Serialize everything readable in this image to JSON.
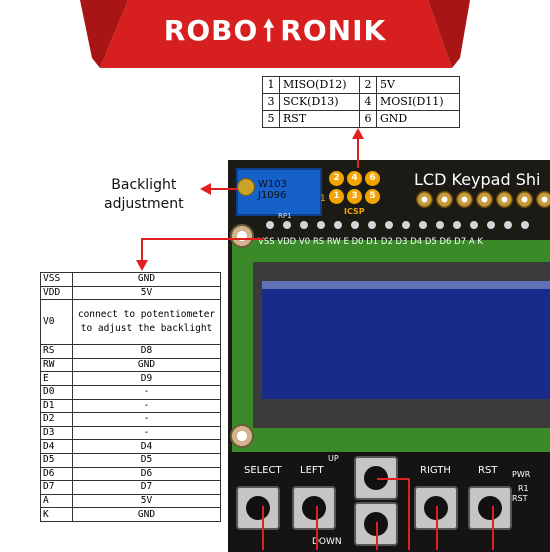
{
  "brand": {
    "left": "ROBO",
    "right": "RONIK",
    "color": "#d71f1f"
  },
  "icsp_table": {
    "rows": [
      {
        "n1": "1",
        "v1": "MISO(D12)",
        "n2": "2",
        "v2": "5V"
      },
      {
        "n1": "3",
        "v1": "SCK(D13)",
        "n2": "4",
        "v2": "MOSI(D11)"
      },
      {
        "n1": "5",
        "v1": "RST",
        "n2": "6",
        "v2": "GND"
      }
    ]
  },
  "backlight_label": {
    "line1": "Backlight",
    "line2": "adjustment"
  },
  "pin_table": [
    {
      "pin": "VSS",
      "value": "GND"
    },
    {
      "pin": "VDD",
      "value": "5V"
    },
    {
      "pin": "V0",
      "value": "connect to potentiometer\nto adjust the backlight"
    },
    {
      "pin": "RS",
      "value": "D8"
    },
    {
      "pin": "RW",
      "value": "GND"
    },
    {
      "pin": "E",
      "value": "D9"
    },
    {
      "pin": "D0",
      "value": "-"
    },
    {
      "pin": "D1",
      "value": "-"
    },
    {
      "pin": "D2",
      "value": "-"
    },
    {
      "pin": "D3",
      "value": "-"
    },
    {
      "pin": "D4",
      "value": "D4"
    },
    {
      "pin": "D5",
      "value": "D5"
    },
    {
      "pin": "D6",
      "value": "D6"
    },
    {
      "pin": "D7",
      "value": "D7"
    },
    {
      "pin": "A",
      "value": "5V"
    },
    {
      "pin": "K",
      "value": "GND"
    }
  ],
  "board": {
    "title": "LCD Keypad Shi",
    "pot_code_1": "W103",
    "pot_code_2": "J1096",
    "pot_ref": "RP1",
    "icsp_label": "ICSP",
    "icsp_pins": [
      "2",
      "4",
      "6",
      "1",
      "3",
      "5"
    ],
    "pin_one": "1",
    "header_pins": "VSS VDD V0  RS  RW  E   D0  D1  D2  D3  D4  D5  D6  D7  A   K",
    "keys": {
      "select": "SELECT",
      "left": "LEFT",
      "up": "UP",
      "right": "RIGTH",
      "rst": "RST",
      "pwr": "PWR",
      "down": "DOWN",
      "r1": "R1",
      "rst2": "RST"
    }
  }
}
